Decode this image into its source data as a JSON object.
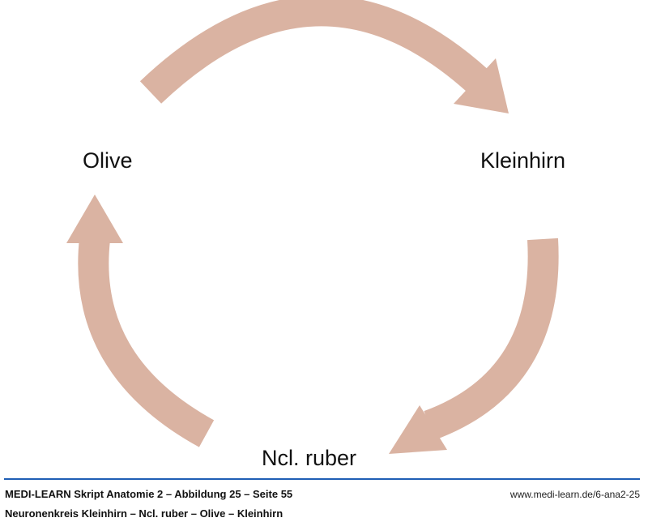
{
  "labels": {
    "olive": "Olive",
    "kleinhirn": "Kleinhirn",
    "ruber": "Ncl. ruber"
  },
  "footer": {
    "title": "MEDI-LEARN Skript Anatomie 2 – Abbildung 25 – Seite 55",
    "caption": "Neuronenkreis Kleinhirn – Ncl. ruber – Olive – Kleinhirn",
    "url": "www.medi-learn.de/6-ana2-25"
  },
  "colors": {
    "arrow": "#dab3a2",
    "rule": "#1f5fb5"
  }
}
